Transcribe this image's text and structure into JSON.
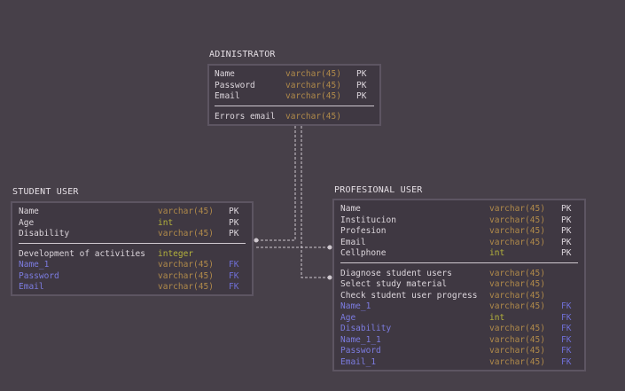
{
  "colors": {
    "background": "#474049",
    "table_bg": "#3f3842",
    "table_border": "#5d5562",
    "type": "#b08a4a",
    "int_type": "#b4b23c",
    "fk": "#6f6fd6",
    "connector": "#cfc8cf"
  },
  "tables": [
    {
      "id": "admin",
      "title": "ADINISTRATOR",
      "pk_fields": [
        {
          "name": "Name",
          "type": "varchar(45)",
          "key": "PK"
        },
        {
          "name": "Password",
          "type": "varchar(45)",
          "key": "PK"
        },
        {
          "name": "Email",
          "type": "varchar(45)",
          "key": "PK"
        }
      ],
      "fields": [
        {
          "name": "Errors email",
          "type": "varchar(45)",
          "key": ""
        }
      ]
    },
    {
      "id": "student",
      "title": "STUDENT USER",
      "pk_fields": [
        {
          "name": "Name",
          "type": "varchar(45)",
          "key": "PK"
        },
        {
          "name": "Age",
          "type": "int",
          "key": "PK"
        },
        {
          "name": "Disability",
          "type": "varchar(45)",
          "key": "PK"
        }
      ],
      "fields": [
        {
          "name": "Development of activities",
          "type": "integer",
          "key": ""
        },
        {
          "name": "Name_1",
          "type": "varchar(45)",
          "key": "FK"
        },
        {
          "name": "Password",
          "type": "varchar(45)",
          "key": "FK"
        },
        {
          "name": "Email",
          "type": "varchar(45)",
          "key": "FK"
        }
      ]
    },
    {
      "id": "prof",
      "title": "PROFESIONAL USER",
      "pk_fields": [
        {
          "name": "Name",
          "type": "varchar(45)",
          "key": "PK"
        },
        {
          "name": "Institucion",
          "type": "varchar(45)",
          "key": "PK"
        },
        {
          "name": "Profesion",
          "type": "varchar(45)",
          "key": "PK"
        },
        {
          "name": "Email",
          "type": "varchar(45)",
          "key": "PK"
        },
        {
          "name": "Cellphone",
          "type": "int",
          "key": "PK"
        }
      ],
      "fields": [
        {
          "name": "Diagnose student users",
          "type": "varchar(45)",
          "key": ""
        },
        {
          "name": "Select study material",
          "type": "varchar(45)",
          "key": ""
        },
        {
          "name": "Check student user progress",
          "type": "varchar(45)",
          "key": ""
        },
        {
          "name": "Name_1",
          "type": "varchar(45)",
          "key": "FK"
        },
        {
          "name": "Age",
          "type": "int",
          "key": "FK"
        },
        {
          "name": "Disability",
          "type": "varchar(45)",
          "key": "FK"
        },
        {
          "name": "Name_1_1",
          "type": "varchar(45)",
          "key": "FK"
        },
        {
          "name": "Password",
          "type": "varchar(45)",
          "key": "FK"
        },
        {
          "name": "Email_1",
          "type": "varchar(45)",
          "key": "FK"
        }
      ]
    }
  ]
}
